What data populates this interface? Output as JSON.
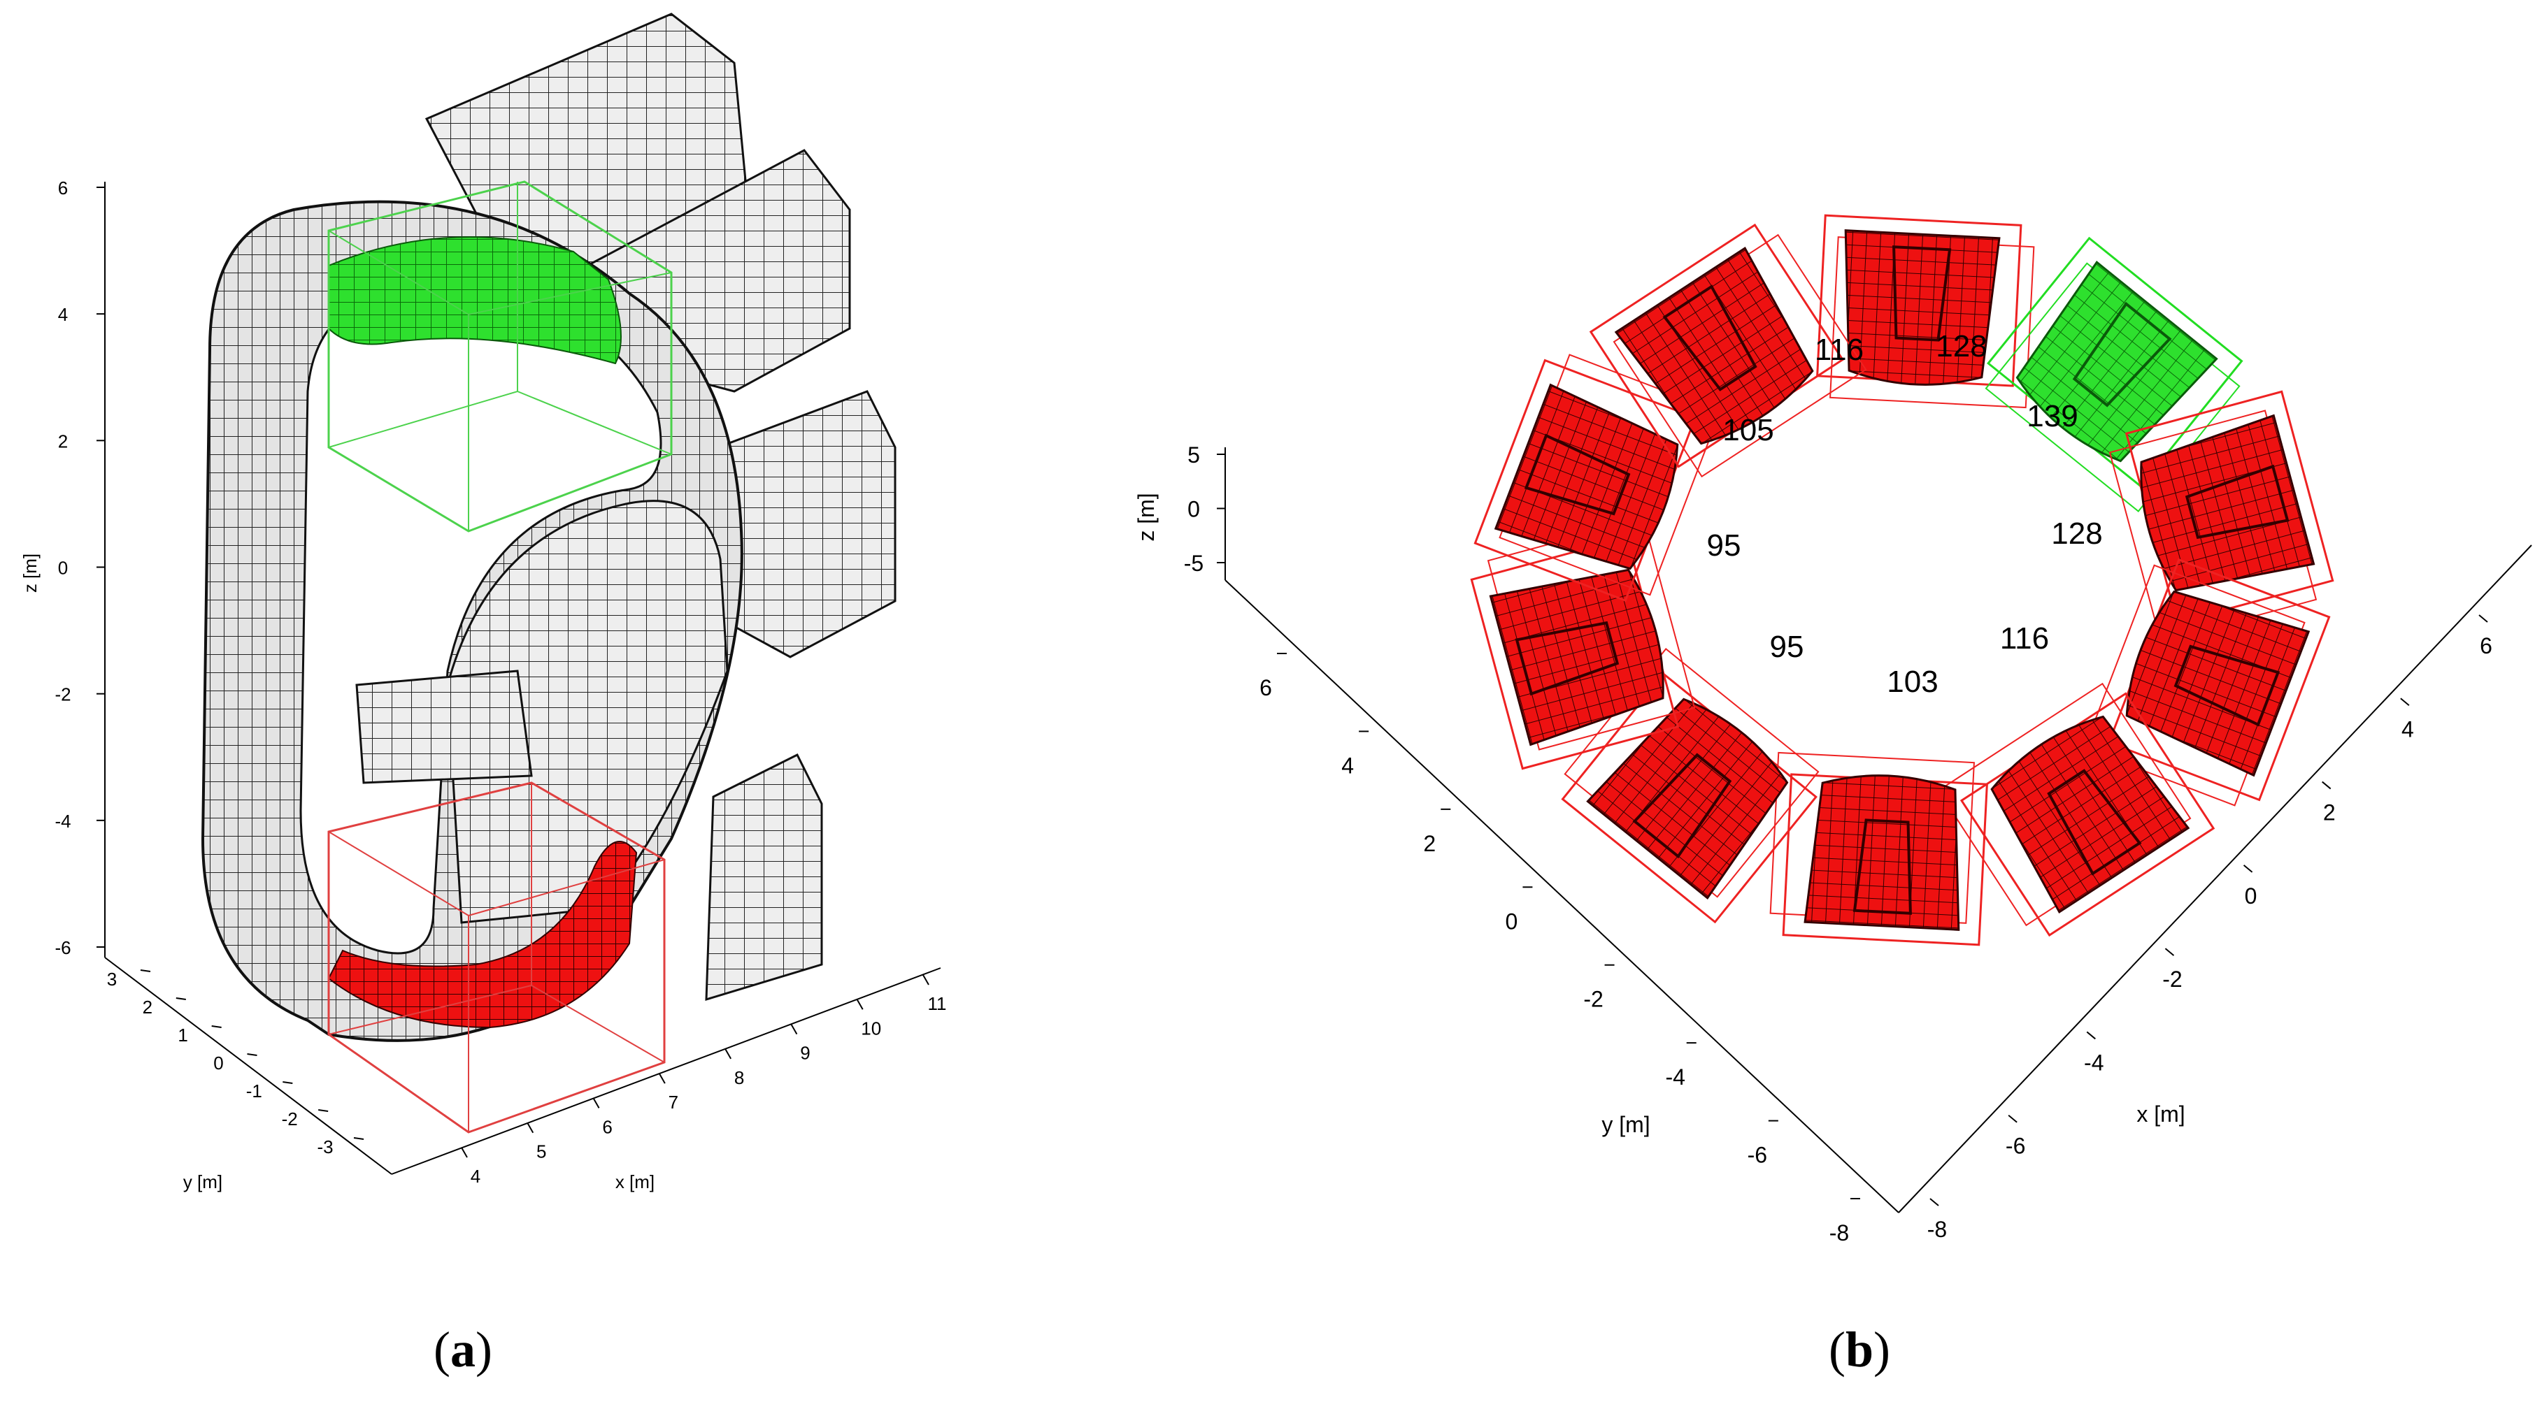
{
  "panel_a": {
    "label_open": "(",
    "label_letter": "a",
    "label_close": ")",
    "z_axis": {
      "label": "z [m]",
      "ticks": [
        "6",
        "4",
        "2",
        "0",
        "-2",
        "-4",
        "-6"
      ]
    },
    "y_axis": {
      "label": "y [m]",
      "ticks": [
        "3",
        "2",
        "1",
        "0",
        "-1",
        "-2",
        "-3"
      ]
    },
    "x_axis": {
      "label": "x [m]",
      "ticks": [
        "4",
        "5",
        "6",
        "7",
        "8",
        "9",
        "10",
        "11"
      ]
    }
  },
  "panel_b": {
    "label_open": "(",
    "label_letter": "b",
    "label_close": ")",
    "z_axis": {
      "label": "z [m]",
      "ticks": [
        "5",
        "0",
        "-5"
      ]
    },
    "y_axis": {
      "label": "y [m]",
      "ticks": [
        "6",
        "4",
        "2",
        "0",
        "-2",
        "-4",
        "-6",
        "-8"
      ]
    },
    "x_axis": {
      "label": "x [m]",
      "ticks": [
        "6",
        "4",
        "2",
        "0",
        "-2",
        "-4",
        "-6",
        "-8"
      ]
    },
    "segment_values": [
      "116",
      "128",
      "139",
      "128",
      "116",
      "103",
      "95",
      "95",
      "105"
    ]
  },
  "colors": {
    "highlight_top": "#22dd22",
    "highlight_bottom": "#ee1111",
    "mesh": "#e8e8e8"
  }
}
